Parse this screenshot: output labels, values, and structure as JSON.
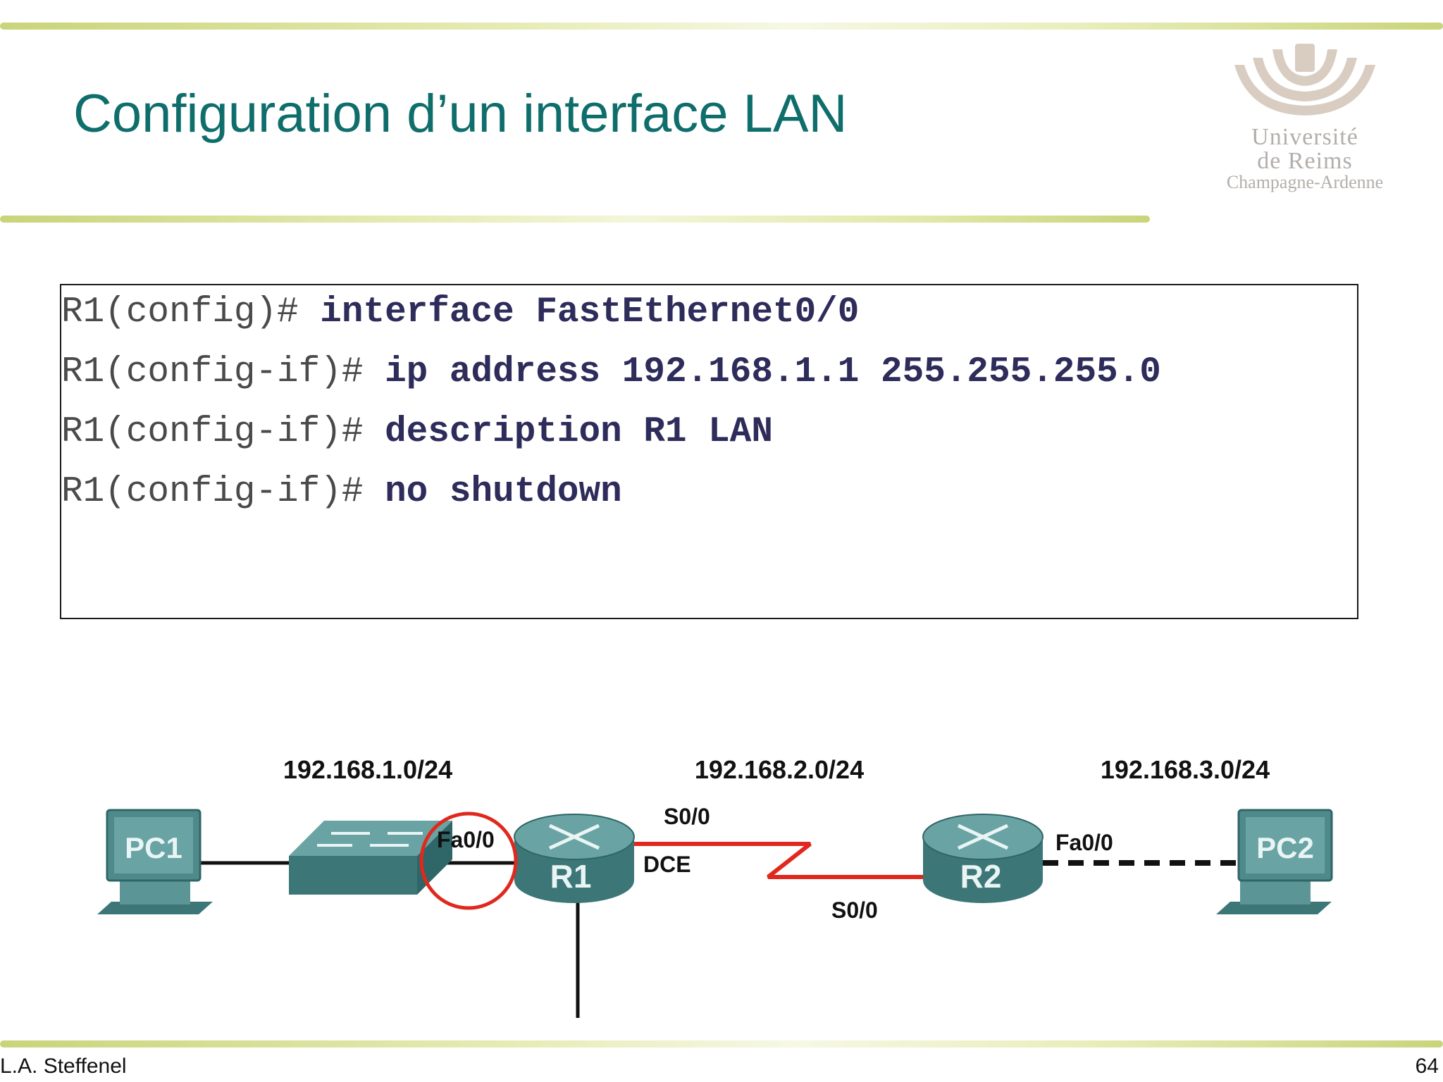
{
  "slide": {
    "title": "Configuration d’un interface LAN",
    "author": "L.A. Steffenel",
    "page_number": "64"
  },
  "logo": {
    "lines": [
      "Université",
      "de Reims",
      "Champagne-Ardenne"
    ]
  },
  "commands": [
    {
      "prompt": "R1(config)# ",
      "command": "interface FastEthernet0/0"
    },
    {
      "prompt": "R1(config-if)# ",
      "command": "ip address 192.168.1.1 255.255.255.0"
    },
    {
      "prompt": "R1(config-if)# ",
      "command": "description R1 LAN"
    },
    {
      "prompt": "R1(config-if)# ",
      "command": "no shutdown"
    }
  ],
  "topology": {
    "networks": [
      "192.168.1.0/24",
      "192.168.2.0/24",
      "192.168.3.0/24"
    ],
    "devices": {
      "pc1": "PC1",
      "router1": "R1",
      "router2": "R2",
      "pc2": "PC2"
    },
    "interfaces": {
      "r1_fa": "Fa0/0",
      "r1_serial": "S0/0",
      "dce": "DCE",
      "r2_serial": "S0/0",
      "r2_fa": "Fa0/0"
    },
    "colors": {
      "device": "#4f8a8b",
      "serial_link": "#e0281e",
      "highlight_circle": "#e0281e"
    }
  }
}
